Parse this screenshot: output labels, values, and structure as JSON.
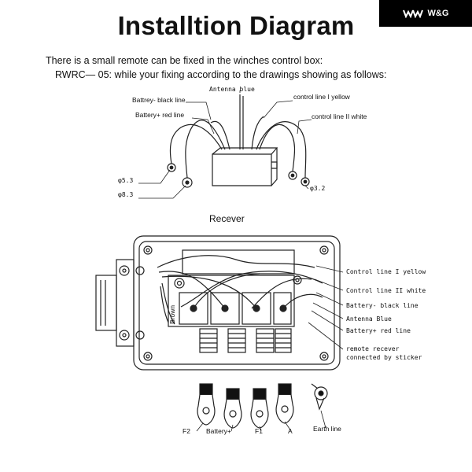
{
  "header": {
    "title": "Installtion Diagram",
    "brand": "W&G"
  },
  "intro": {
    "line1": "There is a small remote can be fixed in the winches control box:",
    "line2": "RWRC— 05: while your fixing according to the drawings showing as follows:"
  },
  "receiver_drawing": {
    "antenna": "Antenna blue",
    "battery_neg": "Battrey- black line",
    "battery_pos": "Battery+ red line",
    "control1": "control line I yellow",
    "control2": "control line II white",
    "dia1": "φ5.3",
    "dia2": "φ8.3",
    "dia3": "φ3.2",
    "caption": "Recever"
  },
  "control_box": {
    "labels": [
      "Control line I yellow",
      "Control line II white",
      "Battery-  black line",
      "Antenna Blue",
      "Battery+ red line",
      "remote recever",
      "connected by sticker"
    ],
    "brown": "Brown",
    "terminals": [
      "F2",
      "Battery+",
      "F1",
      "A",
      "Earth line"
    ]
  }
}
